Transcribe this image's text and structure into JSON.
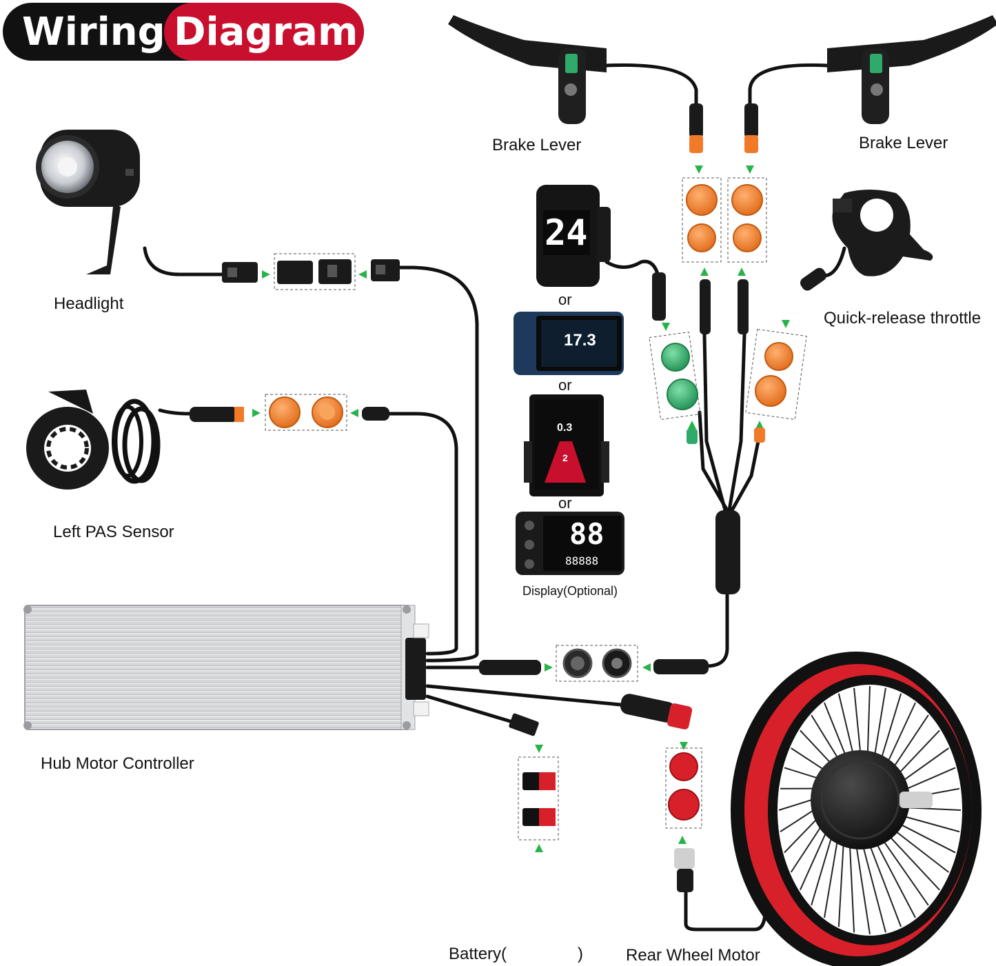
{
  "title": {
    "part1": "Wiring",
    "part2": "Diagram"
  },
  "labels": {
    "brake_lever_left": "Brake Lever",
    "brake_lever_right": "Brake Lever",
    "headlight": "Headlight",
    "throttle": "Quick-release throttle",
    "pas_sensor": "Left PAS Sensor",
    "controller": "Hub Motor Controller",
    "display_optional": "Display(Optional)",
    "or1": "or",
    "or2": "or",
    "or3": "or",
    "battery": "Battery(",
    "battery_close": ")",
    "rear_motor": "Rear Wheel Motor"
  },
  "displays": {
    "d1_speed": "24",
    "d2_speed": "17.3",
    "d3_speed": "0.3",
    "d3_level": "2",
    "d4_speed": "88",
    "d4_odo": "88888"
  },
  "colors": {
    "title_black": "#111111",
    "title_red": "#c8102e",
    "connector_orange": "#f07a28",
    "connector_green": "#2faa6a",
    "arrow_green": "#27b34a",
    "cable": "#111111",
    "motor_red": "#d8202a",
    "controller_silver": "#d9dadc"
  }
}
